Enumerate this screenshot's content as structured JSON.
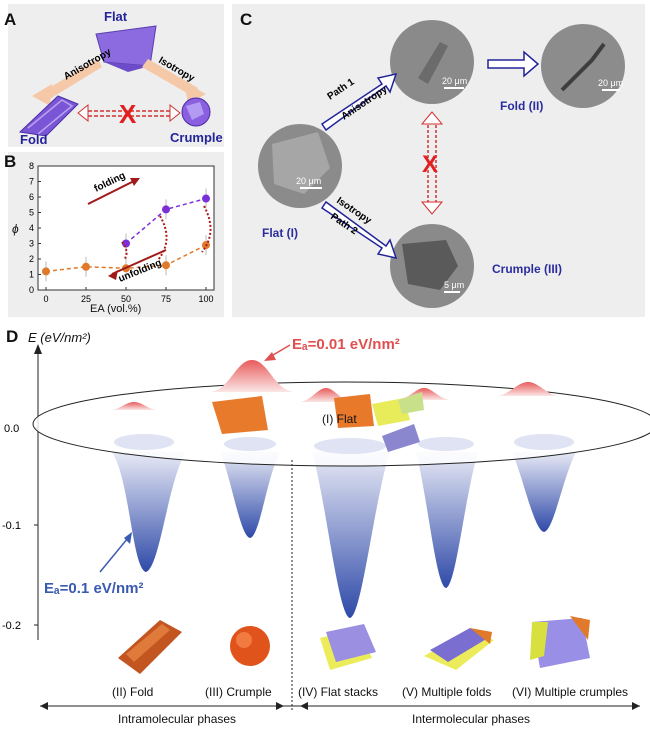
{
  "panel_a": {
    "label": "A",
    "flat": "Flat",
    "fold": "Fold",
    "crumple": "Crumple",
    "anisotropy": "Anisotropy",
    "isotropy": "Isotropy",
    "cross": "X"
  },
  "panel_b": {
    "label": "B",
    "ylabel": "ϕ",
    "xlabel": "EA (vol.%)",
    "folding": "folding",
    "unfolding": "unfolding"
  },
  "panel_c": {
    "label": "C",
    "flat": "Flat (I)",
    "fold": "Fold (II)",
    "crumple": "Crumple (III)",
    "path1": "Path 1",
    "anisotropy": "Anisotropy",
    "path2": "Path 2",
    "isotropy": "Isotropy",
    "scale_flat": "20 μm",
    "scale_mid": "20 μm",
    "scale_fold": "20 μm",
    "scale_crumple": "5 μm",
    "cross": "X"
  },
  "panel_d": {
    "label": "D",
    "axis_label": "E (eV/nm²)",
    "ticks": [
      "0.0",
      "-0.1",
      "-0.2"
    ],
    "ea_high": "Eₐ=0.01 eV/nm²",
    "ea_low": "Eₐ=0.1 eV/nm²",
    "flat_label": "(I) Flat",
    "phases": [
      "(II) Fold",
      "(III) Crumple",
      "(IV) Flat stacks",
      "(V) Multiple folds",
      "(VI) Multiple crumples"
    ],
    "intra": "Intramolecular phases",
    "inter": "Intermolecular phases"
  },
  "chart_data": {
    "type": "scatter",
    "xlabel": "EA (vol.%)",
    "ylabel": "ϕ",
    "xlim": [
      -5,
      105
    ],
    "ylim": [
      0,
      8
    ],
    "x_ticks": [
      0,
      25,
      50,
      75,
      100
    ],
    "y_ticks": [
      0,
      1,
      2,
      3,
      4,
      5,
      6,
      7,
      8
    ],
    "series": [
      {
        "color": "#7b2fd8",
        "x": [
          50,
          75,
          100
        ],
        "y": [
          3.0,
          5.2,
          5.9
        ]
      },
      {
        "color": "#e07a2a",
        "x": [
          0,
          25,
          50,
          75,
          100
        ],
        "y": [
          1.2,
          1.5,
          1.4,
          1.6,
          2.9
        ]
      }
    ],
    "legend": "none"
  }
}
